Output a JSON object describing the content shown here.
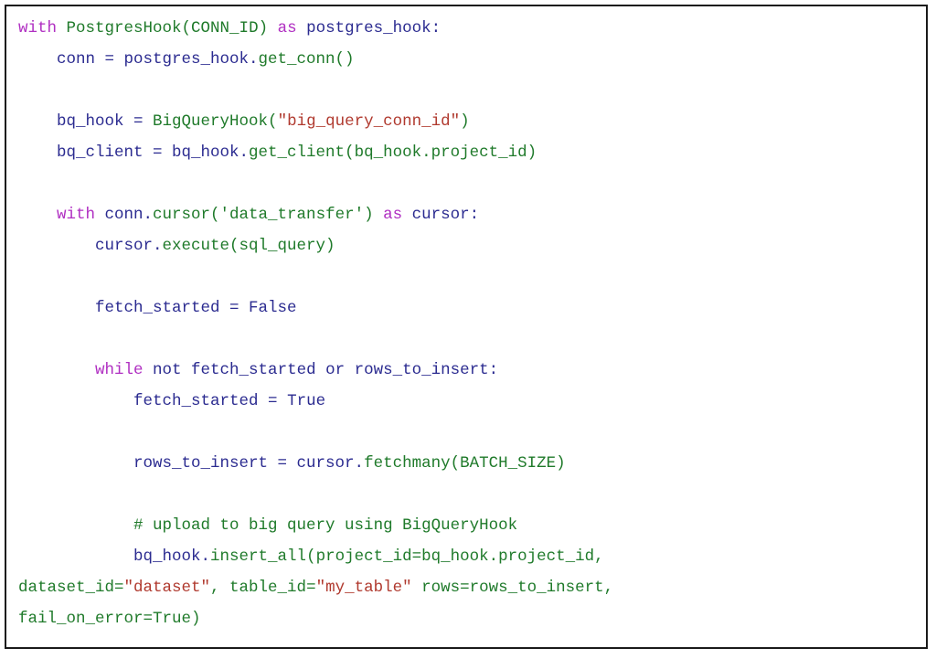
{
  "code": {
    "lines": [
      [
        {
          "t": "with",
          "c": "keyword"
        },
        {
          "t": " ",
          "c": "plain"
        },
        {
          "t": "PostgresHook(CONN_ID)",
          "c": "call"
        },
        {
          "t": " ",
          "c": "plain"
        },
        {
          "t": "as",
          "c": "keyword"
        },
        {
          "t": " postgres_hook:",
          "c": "name"
        }
      ],
      [
        {
          "t": "    conn = postgres_hook.",
          "c": "name"
        },
        {
          "t": "get_conn()",
          "c": "call"
        }
      ],
      [],
      [
        {
          "t": "    bq_hook = ",
          "c": "name"
        },
        {
          "t": "BigQueryHook(",
          "c": "call"
        },
        {
          "t": "\"big_query_conn_id\"",
          "c": "string"
        },
        {
          "t": ")",
          "c": "call"
        }
      ],
      [
        {
          "t": "    bq_client = bq_hook.",
          "c": "name"
        },
        {
          "t": "get_client(bq_hook.project_id)",
          "c": "call"
        }
      ],
      [],
      [
        {
          "t": "    with",
          "c": "keyword"
        },
        {
          "t": " conn.",
          "c": "name"
        },
        {
          "t": "cursor(",
          "c": "call"
        },
        {
          "t": "'data_transfer'",
          "c": "call"
        },
        {
          "t": ")",
          "c": "call"
        },
        {
          "t": " as",
          "c": "keyword"
        },
        {
          "t": " cursor:",
          "c": "name"
        }
      ],
      [
        {
          "t": "        cursor.",
          "c": "name"
        },
        {
          "t": "execute(sql_query)",
          "c": "call"
        }
      ],
      [],
      [
        {
          "t": "        fetch_started = ",
          "c": "name"
        },
        {
          "t": "False",
          "c": "name"
        }
      ],
      [],
      [
        {
          "t": "        while",
          "c": "keyword"
        },
        {
          "t": " not",
          "c": "name"
        },
        {
          "t": " fetch_started ",
          "c": "name"
        },
        {
          "t": "or",
          "c": "name"
        },
        {
          "t": " rows_to_insert:",
          "c": "name"
        }
      ],
      [
        {
          "t": "            fetch_started = ",
          "c": "name"
        },
        {
          "t": "True",
          "c": "name"
        }
      ],
      [],
      [
        {
          "t": "            rows_to_insert = cursor.",
          "c": "name"
        },
        {
          "t": "fetchmany(BATCH_SIZE)",
          "c": "call"
        }
      ],
      [],
      [
        {
          "t": "            # upload to big query using BigQueryHook",
          "c": "comment"
        }
      ],
      [
        {
          "t": "            bq_hook.",
          "c": "name"
        },
        {
          "t": "insert_all(project_id=bq_hook.project_id,",
          "c": "call"
        }
      ],
      [
        {
          "t": "dataset_id=",
          "c": "call"
        },
        {
          "t": "\"dataset\"",
          "c": "string"
        },
        {
          "t": ", table_id=",
          "c": "call"
        },
        {
          "t": "\"my_table\"",
          "c": "string"
        },
        {
          "t": " rows=rows_to_insert,",
          "c": "call"
        }
      ],
      [
        {
          "t": "fail_on_error=True)",
          "c": "call"
        }
      ]
    ],
    "colors": {
      "keyword": "#b02fc2",
      "name": "#2b2b90",
      "call": "#1f7a2a",
      "string": "#b0392e",
      "comment": "#1f7a2a"
    }
  }
}
